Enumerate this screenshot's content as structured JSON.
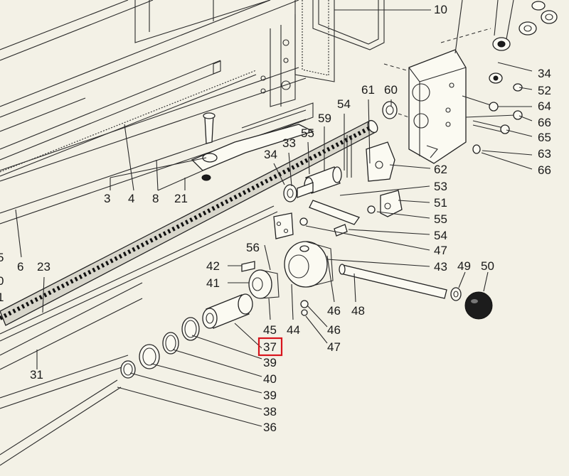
{
  "diagram": {
    "highlighted_label": "37",
    "highlight_color": "#d8141c",
    "labels": {
      "l10": "10",
      "l34a": "34",
      "l52": "52",
      "l64": "64",
      "l66a": "66",
      "l65": "65",
      "l63": "63",
      "l66b": "66",
      "l61": "61",
      "l60": "60",
      "l54a": "54",
      "l59": "59",
      "l55a": "55",
      "l33": "33",
      "l34b": "34",
      "l62": "62",
      "l53": "53",
      "l51": "51",
      "l55b": "55",
      "l54b": "54",
      "l47a": "47",
      "l43": "43",
      "l49": "49",
      "l50": "50",
      "l3": "3",
      "l4": "4",
      "l8": "8",
      "l21": "21",
      "l6": "6",
      "l23": "23",
      "l56": "56",
      "l42": "42",
      "l41": "41",
      "l46a": "46",
      "l48": "48",
      "l45": "45",
      "l44": "44",
      "l46b": "46",
      "l37": "37",
      "l47b": "47",
      "l39a": "39",
      "l40": "40",
      "l39b": "39",
      "l38": "38",
      "l36": "36",
      "l31": "31",
      "e1": "5",
      "e2": "0",
      "e3": "1"
    }
  }
}
